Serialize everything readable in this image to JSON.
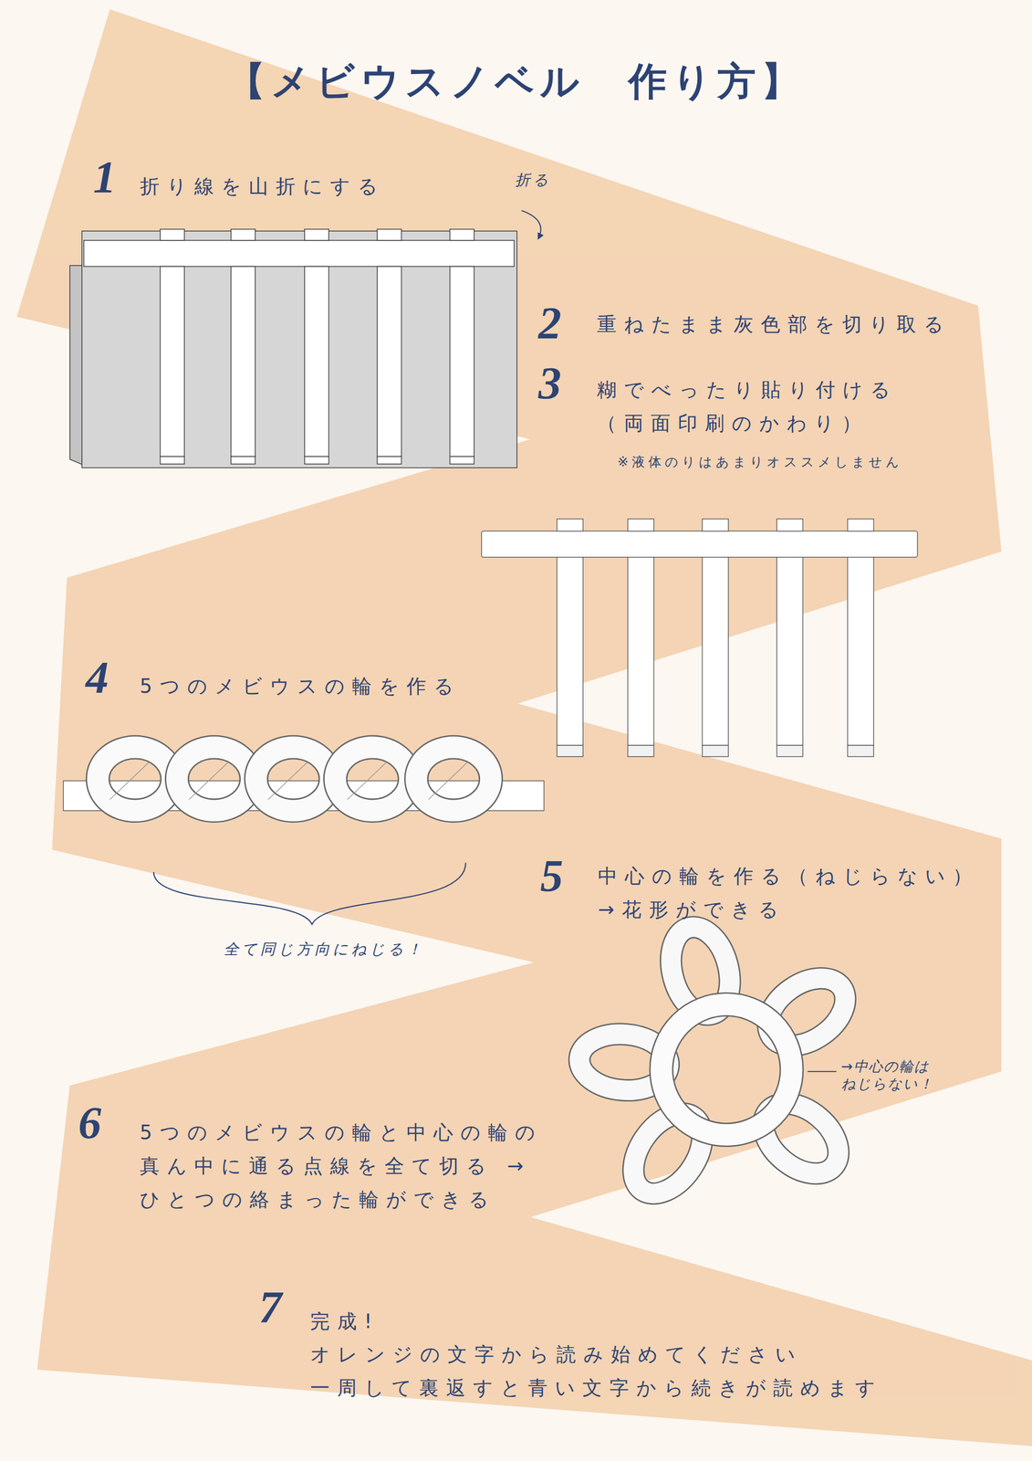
{
  "diagram": {
    "title": "【メビウスノベル　作り方】",
    "labels": [
      "1",
      "折り線を山折にする",
      "折る",
      "2",
      "重ねたまま灰色部を切り取る",
      "3",
      "糊でべったり貼り付ける （両面印刷のかわり）",
      "※液体のりはあまりオススメしません",
      "4",
      "5つのメビウスの輪を作る",
      "全て同じ方向にねじる！",
      "5",
      "中心の輪を作る（ねじらない） →花形ができる",
      "→中心の輪は ねじらない！",
      "6",
      "5つのメビウスの輪と中心の輪の 真ん中に通る点線を全て切る →ひとつの絡まった輪ができる",
      "7",
      "完成!",
      "オレンジの文字から読み始めてください 一周して裏返すと青い文字から続きが読めます"
    ]
  }
}
